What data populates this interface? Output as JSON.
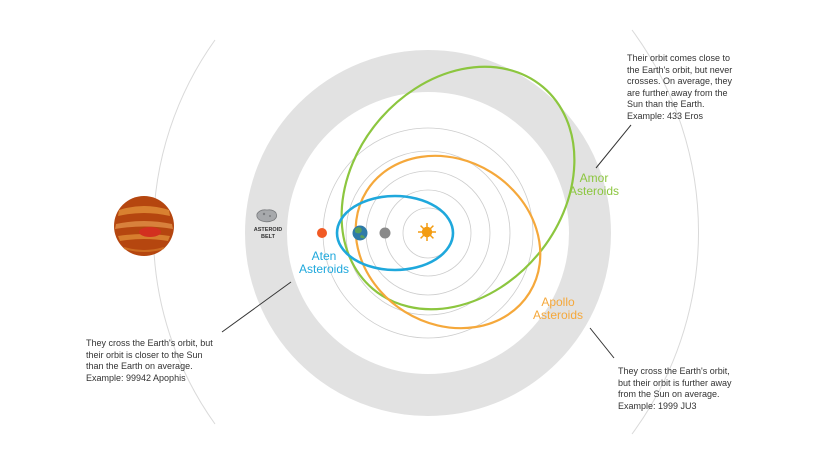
{
  "colors": {
    "amor": "#8cc63f",
    "apollo": "#f5a83b",
    "aten": "#1fa8dc",
    "belt": "#e2e2e2",
    "orbit_line": "#cccccc",
    "sun": "#f39c12",
    "mars": "#f15a24",
    "jupiter": "#b5460f"
  },
  "asteroid_belt": {
    "label": "ASTEROID\nBELT"
  },
  "groups": {
    "amor": {
      "name_line1": "Amor",
      "name_line2": "Asteroids",
      "description": "Their orbit comes close to\nthe Earth's orbit, but never\ncrosses. On average, they\nare further away from the\nSun than the Earth.\nExample: 433 Eros"
    },
    "aten": {
      "name_line1": "Aten",
      "name_line2": "Asteroids",
      "description": "They cross the Earth's orbit, but\ntheir orbit is closer to the Sun\nthan the Earth on average.\nExample: 99942 Apophis"
    },
    "apollo": {
      "name_line1": "Apollo",
      "name_line2": "Asteroids",
      "description": "They cross the Earth's orbit,\nbut their orbit is further away\nfrom the Sun on average.\nExample: 1999 JU3"
    }
  },
  "icons": {
    "sun": "sun-icon",
    "mercury": "mercury-icon",
    "earth": "earth-icon",
    "mars": "mars-icon",
    "jupiter": "jupiter-icon",
    "asteroid": "asteroid-icon"
  }
}
